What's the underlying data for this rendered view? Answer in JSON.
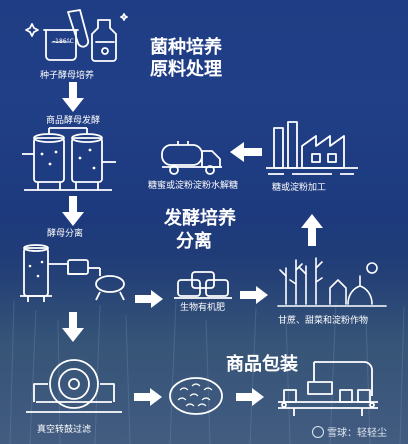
{
  "headings": {
    "strain_prep": [
      "菌种培养",
      "原料处理"
    ],
    "ferment_sep": [
      "发酵培养",
      "分离"
    ],
    "packaging": "商品包装"
  },
  "nodes": {
    "seed_culture": "种子酵母培养",
    "lab_temp": "-186°C",
    "commercial_ferment": "商品酵母发酵",
    "molasses_starch": "糖蜜或淀粉淀粉水解糖",
    "sugar_processing": "糖或淀粉加工",
    "yeast_separation": "酵母分离",
    "bio_fertilizer": "生物有机肥",
    "crops": "甘蔗、甜菜和淀粉作物",
    "vacuum_drum": "真空转鼓过滤"
  },
  "watermark": "雪球：轻轻尘",
  "colors": {
    "line": "#ffffff",
    "bg_top": "#1f3d84",
    "bg_bottom": "#253f63"
  }
}
